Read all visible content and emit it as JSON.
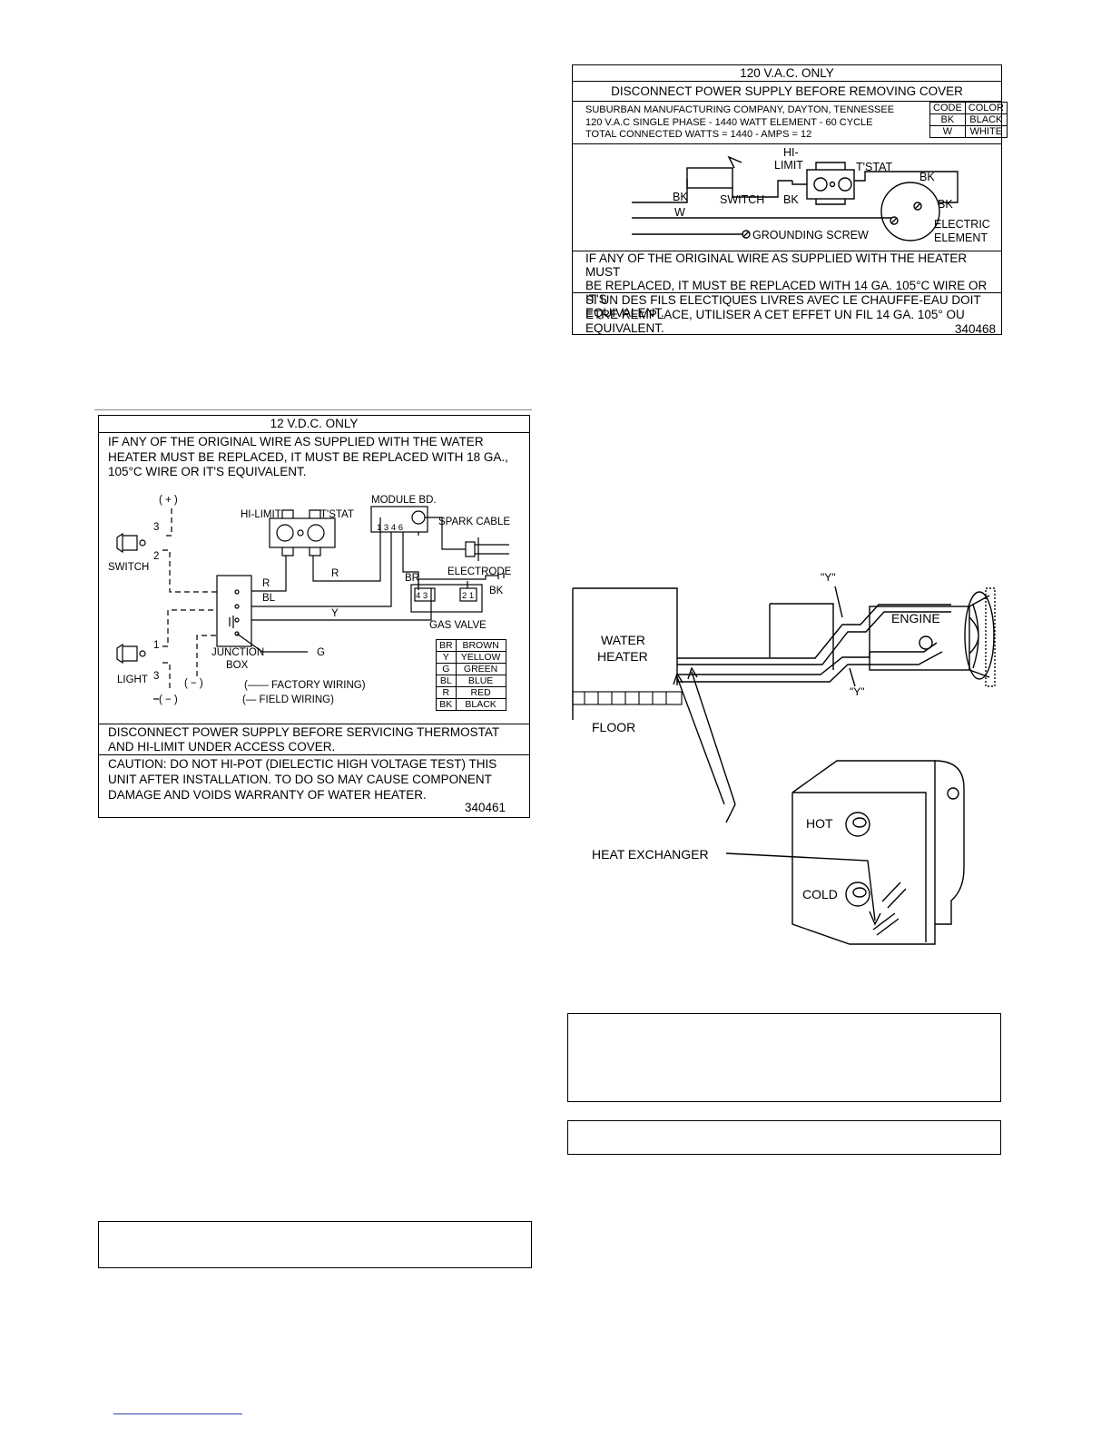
{
  "ac_label": {
    "title": "120 V.A.C. ONLY",
    "warning": "DISCONNECT POWER SUPPLY BEFORE REMOVING COVER",
    "specs": [
      "SUBURBAN MANUFACTURING COMPANY, DAYTON, TENNESSEE",
      "120 V.A.C SINGLE PHASE - 1440 WATT ELEMENT - 60 CYCLE",
      "TOTAL CONNECTED WATTS = 1440 - AMPS = 12"
    ],
    "code_table": {
      "headers": [
        "CODE",
        "COLOR"
      ],
      "rows": [
        [
          "BK",
          "BLACK"
        ],
        [
          "W",
          "WHITE"
        ]
      ]
    },
    "diagram": {
      "hi_limit": "HI-",
      "limit": "LIMIT",
      "tstat": "T'STAT",
      "switch": "SWITCH",
      "bk": "BK",
      "w": "W",
      "grounding_screw": "GROUNDING SCREW",
      "electric": "ELECTRIC",
      "element": "ELEMENT"
    },
    "note_en": [
      "IF ANY OF THE ORIGINAL WIRE AS SUPPLIED WITH THE HEATER MUST",
      "BE REPLACED, IT MUST BE REPLACED WITH 14 GA. 105°C WIRE OR IT'S",
      "EQUIVALENT."
    ],
    "note_fr": [
      "SI UN DES FILS ELECTIQUES LIVRES AVEC LE CHAUFFE-EAU DOIT",
      "ETRE REMPLACE, UTILISER A CET EFFET UN FIL 14 GA. 105° OU",
      "EQUIVALENT."
    ],
    "part_number": "340468"
  },
  "dc_label": {
    "title": "12 V.D.C. ONLY",
    "note": [
      "IF ANY OF THE ORIGINAL WIRE AS SUPPLIED WITH THE WATER",
      "HEATER MUST BE REPLACED, IT MUST BE REPLACED WITH 18 GA.,",
      "105°C WIRE OR IT'S EQUIVALENT."
    ],
    "diagram": {
      "plus": "( + )",
      "minus": "( − )",
      "switch": "SWITCH",
      "light": "LIGHT",
      "n1": "1",
      "n2": "2",
      "n3": "3",
      "hi_limit": "HI-LIMIT",
      "tstat": "T'STAT",
      "module": "MODULE BD.",
      "module_pins": "1  3  4    6",
      "spark_cable": "SPARK CABLE",
      "electrode": "ELECTRODE",
      "r": "R",
      "bl": "BL",
      "y": "Y",
      "br": "BR",
      "bk": "BK",
      "g": "G",
      "junction": "JUNCTION",
      "box": "BOX",
      "gas_valve": "GAS VALVE",
      "valve_pins_a": "4 3",
      "valve_pins_b": "2 1",
      "factory_wiring": "(——  FACTORY WIRING)",
      "field_wiring": "(— FIELD WIRING)"
    },
    "color_table": [
      [
        "BR",
        "BROWN"
      ],
      [
        "Y",
        "YELLOW"
      ],
      [
        "G",
        "GREEN"
      ],
      [
        "BL",
        "BLUE"
      ],
      [
        "R",
        "RED"
      ],
      [
        "BK",
        "BLACK"
      ]
    ],
    "disconnect": [
      "DISCONNECT POWER SUPPLY BEFORE SERVICING THERMOSTAT",
      "AND HI-LIMIT UNDER ACCESS COVER."
    ],
    "caution": [
      "CAUTION: DO NOT HI-POT (DIELECTIC HIGH VOLTAGE TEST) THIS",
      "UNIT AFTER INSTALLATION. TO DO SO MAY CAUSE COMPONENT",
      "DAMAGE AND VOIDS WARRANTY OF WATER HEATER."
    ],
    "part_number": "340461"
  },
  "heat_exchanger": {
    "water": "WATER",
    "heater": "HEATER",
    "engine": "ENGINE",
    "y_top": "\"Y\"",
    "y_bottom": "\"Y\"",
    "floor": "FLOOR",
    "heat_exchanger": "HEAT EXCHANGER",
    "hot": "HOT",
    "cold": "COLD"
  }
}
